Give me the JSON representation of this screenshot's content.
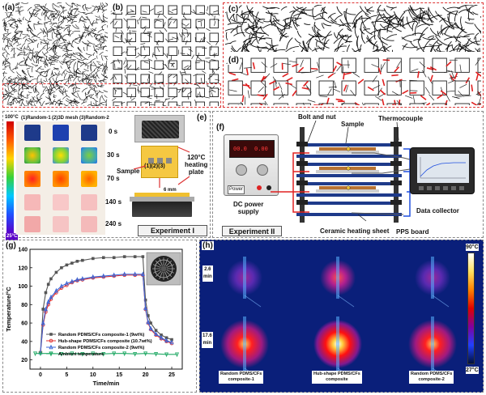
{
  "panels": {
    "a": "(a)",
    "b": "(b)",
    "c": "(c)",
    "d": "(d)",
    "e": "(e)",
    "f": "(f)",
    "g": "(g)",
    "h": "(h)"
  },
  "panel_e": {
    "scale_top": "100°C",
    "scale_bottom": "25°C",
    "columns": [
      "(1)Random-1",
      "(2)3D mesh",
      "(3)Random-2"
    ],
    "times": [
      "0 s",
      "30 s",
      "70 s",
      "140 s",
      "240 s"
    ],
    "sample_label": "Sample",
    "numbers": "(1)(2)(3)",
    "heating_plate": "120°C\nheating\nplate",
    "dimension": "6 mm",
    "experiment": "Experiment I"
  },
  "panel_f": {
    "bolt_nut": "Bolt and nut",
    "sample": "Sample",
    "thermocouple": "Thermocouple",
    "dc_power": "DC power\nsupply",
    "power_btn": "Power",
    "display1": "00.0",
    "display2": "0.00",
    "data_collector": "Data collector",
    "ceramic": "Ceramic heating sheet",
    "pps": "PPS board",
    "experiment": "Experiment II"
  },
  "chart_data": {
    "type": "line",
    "xlabel": "Time/min",
    "ylabel": "Temperature/°C",
    "xlim": [
      -2,
      27
    ],
    "ylim": [
      10,
      140
    ],
    "xticks": [
      0,
      5,
      10,
      15,
      20,
      25
    ],
    "yticks": [
      20,
      40,
      60,
      80,
      100,
      120,
      140
    ],
    "series": [
      {
        "name": "Random PDMS/CFs composite-1 (9wt%)",
        "color": "#555555",
        "marker": "square",
        "x": [
          0,
          0.5,
          1,
          1.5,
          2,
          3,
          4,
          5,
          6,
          7,
          8,
          10,
          12,
          14,
          16,
          18,
          19.5,
          20,
          20.5,
          21,
          22,
          23,
          24,
          25
        ],
        "y": [
          28,
          75,
          93,
          102,
          108,
          115,
          120,
          123,
          125,
          127,
          128,
          130,
          131,
          131,
          132,
          132,
          132,
          85,
          68,
          60,
          52,
          47,
          44,
          42
        ]
      },
      {
        "name": "Hub-shape PDMS/CFs composite (10.7wt%)",
        "color": "#e03030",
        "marker": "circle",
        "x": [
          0,
          0.5,
          1,
          1.5,
          2,
          3,
          4,
          5,
          6,
          7,
          8,
          10,
          12,
          14,
          16,
          18,
          19.5,
          20,
          20.5,
          21,
          22,
          23,
          24,
          25
        ],
        "y": [
          28,
          58,
          72,
          80,
          86,
          93,
          98,
          101,
          104,
          106,
          107,
          109,
          110,
          111,
          112,
          112,
          112,
          75,
          60,
          53,
          47,
          43,
          40,
          38
        ]
      },
      {
        "name": "Random PDMS/CFs composite-2 (9wt%)",
        "color": "#3a66d8",
        "marker": "triangle",
        "x": [
          0,
          0.5,
          1,
          1.5,
          2,
          3,
          4,
          5,
          6,
          7,
          8,
          10,
          12,
          14,
          16,
          18,
          19.5,
          20,
          20.5,
          21,
          22,
          23,
          24,
          25
        ],
        "y": [
          28,
          60,
          75,
          83,
          88,
          95,
          100,
          103,
          105,
          107,
          108,
          110,
          111,
          112,
          113,
          113,
          113,
          76,
          61,
          54,
          48,
          44,
          41,
          39
        ]
      },
      {
        "name": "Ambient temperature",
        "color": "#22aa66",
        "marker": "triangle-down",
        "x": [
          -1,
          0,
          2,
          4,
          6,
          8,
          10,
          12,
          14,
          16,
          18,
          20,
          22,
          24,
          26
        ],
        "y": [
          27,
          27,
          27,
          26.5,
          27,
          26.5,
          27,
          26.5,
          27,
          27,
          26.5,
          27,
          26.5,
          26,
          26
        ]
      }
    ]
  },
  "panel_h": {
    "time1": "2.6\nmin",
    "time2": "17.6\nmin",
    "labels": [
      "Random PDMS/CFs\ncomposite-1",
      "Hub-shape PDMS/CFs\ncomposite",
      "Random PDMS/CFs\ncomposite-2"
    ],
    "scale_top": "90°C",
    "scale_bottom": "27°C"
  }
}
